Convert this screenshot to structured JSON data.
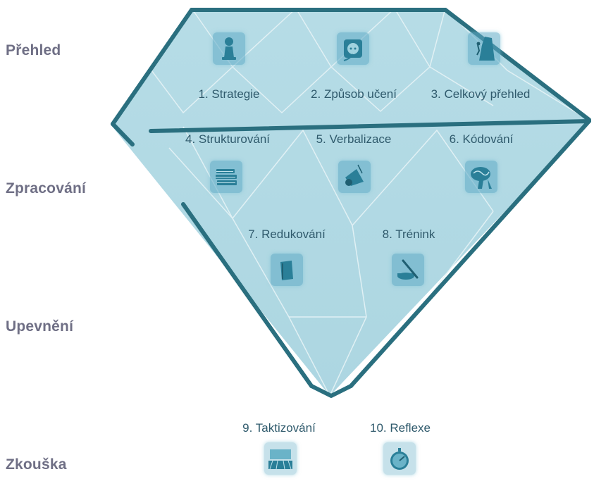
{
  "phases": {
    "overview": "Přehled",
    "processing": "Zpracování",
    "consolidation": "Upevnění",
    "exam": "Zkouška"
  },
  "steps": [
    {
      "label": "1. Strategie",
      "icon": "pawn-icon"
    },
    {
      "label": "2. Způsob učení",
      "icon": "socket-icon"
    },
    {
      "label": "3. Celkový přehled",
      "icon": "climber-icon"
    },
    {
      "label": "4. Strukturování",
      "icon": "books-icon"
    },
    {
      "label": "5. Verbalizace",
      "icon": "megaphone-icon"
    },
    {
      "label": "6. Kódování",
      "icon": "brain-icon"
    },
    {
      "label": "7. Redukování",
      "icon": "book-icon"
    },
    {
      "label": "8. Trénink",
      "icon": "pen-icon"
    },
    {
      "label": "9. Taktizování",
      "icon": "running-track-icon"
    },
    {
      "label": "10. Reflexe",
      "icon": "stopwatch-icon"
    }
  ],
  "colors": {
    "diamond_fill": "#b8dde7",
    "diamond_edge": "#2a6f7f",
    "phase_text": "#6f6f85",
    "step_text": "#2f5a6c",
    "icon_fill": "#3a8fa8"
  }
}
